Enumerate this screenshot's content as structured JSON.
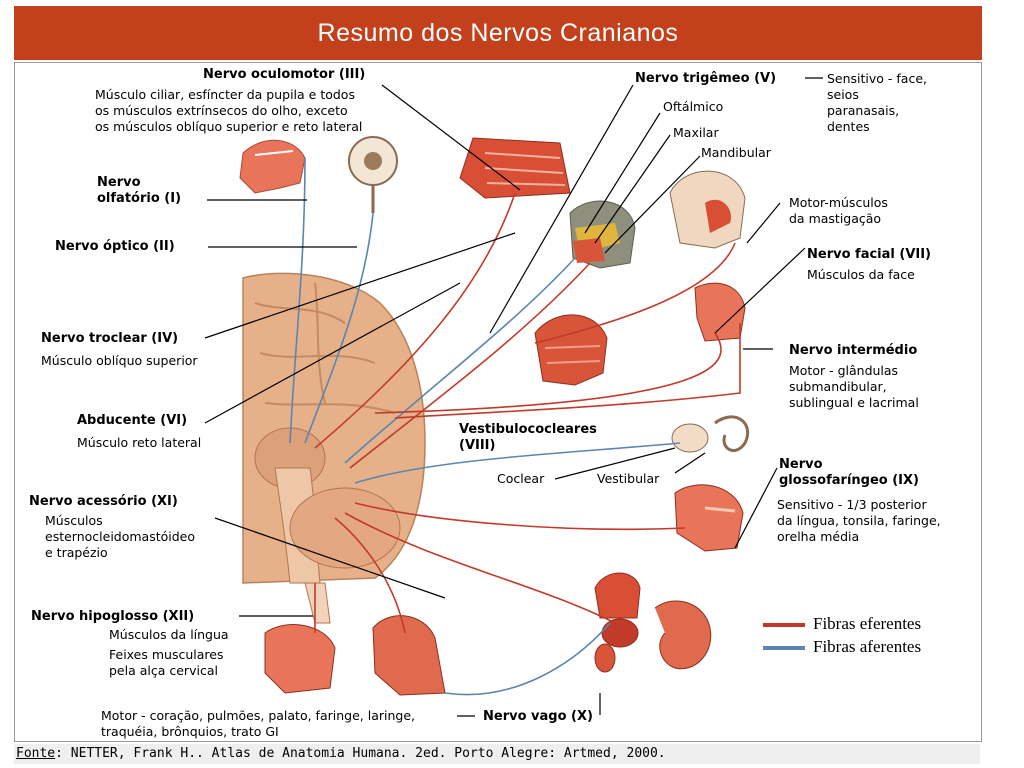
{
  "title": "Resumo dos Nervos Cranianos",
  "labels": {
    "oculomotor": "Nervo oculomotor (III)",
    "oculomotor_desc": [
      "Músculo ciliar, esfíncter da pupila e todos",
      "os músculos extrínsecos do olho, exceto",
      "os músculos oblíquo superior e reto lateral"
    ],
    "olfatorio": [
      "Nervo",
      "olfatório (I)"
    ],
    "optico": "Nervo óptico (II)",
    "troclear": "Nervo troclear (IV)",
    "troclear_desc": "Músculo oblíquo superior",
    "abducente": "Abducente (VI)",
    "abducente_desc": "Músculo reto lateral",
    "acessorio": "Nervo acessório (XI)",
    "acessorio_desc": [
      "Músculos",
      "esternocleidomastóideo",
      "e trapézio"
    ],
    "hipoglosso": "Nervo hipoglosso (XII)",
    "hipoglosso_desc": [
      "Músculos da língua",
      "Feixes musculares",
      "pela alça cervical"
    ],
    "vago_desc": [
      "Motor - coração, pulmões, palato, faringe, laringe,",
      "traquéia, brônquios, trato GI"
    ],
    "vago": "Nervo vago (X)",
    "trigemeo": "Nervo trigêmeo (V)",
    "trigemeo_desc": [
      "Sensitivo - face,",
      "seios",
      "paranasais,",
      "dentes"
    ],
    "oftalmico": "Oftálmico",
    "maxilar": "Maxilar",
    "mandibular": "Mandibular",
    "motor_mastigacao": [
      "Motor-músculos",
      "da mastigação"
    ],
    "facial": "Nervo facial (VII)",
    "facial_desc": "Músculos da face",
    "intermedio": "Nervo intermédio",
    "intermedio_desc": [
      "Motor - glândulas",
      "submandibular,",
      "sublingual e lacrimal"
    ],
    "vestibulococleares": [
      "Vestibulococleares",
      "(VIII)"
    ],
    "coclear": "Coclear",
    "vestibular": "Vestibular",
    "glossofaringeo": [
      "Nervo",
      "glossofaríngeo (IX)"
    ],
    "glossofaringeo_desc": [
      "Sensitivo - 1/3 posterior",
      "da língua, tonsila, faringe,",
      "orelha média"
    ]
  },
  "legend": {
    "efferent": "Fibras eferentes",
    "afferent": "Fibras aferentes",
    "efferent_color": "#c23a2a",
    "afferent_color": "#5a86b0"
  },
  "footer": {
    "label": "Fonte",
    "text": ": NETTER, Frank H.. Atlas de Anatomia Humana. 2ed. Porto Alegre: Artmed, 2000."
  },
  "colors": {
    "header_bg": "#c2401c",
    "brain": "#e8b48a",
    "tissue_red": "#d9553a",
    "skin": "#f0c8a8"
  }
}
